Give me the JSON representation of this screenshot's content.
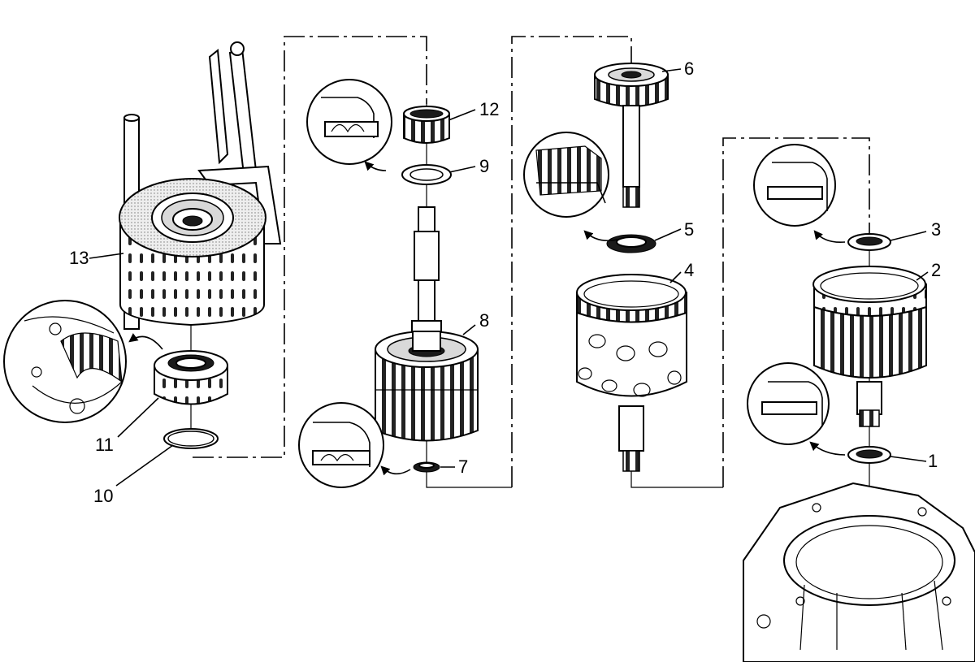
{
  "colors": {
    "ink": "#000000",
    "paper": "#ffffff",
    "shade": "#d9d9d9"
  },
  "callouts": [
    "1",
    "2",
    "3",
    "4",
    "5",
    "6",
    "7",
    "8",
    "9",
    "10",
    "11",
    "12",
    "13"
  ]
}
